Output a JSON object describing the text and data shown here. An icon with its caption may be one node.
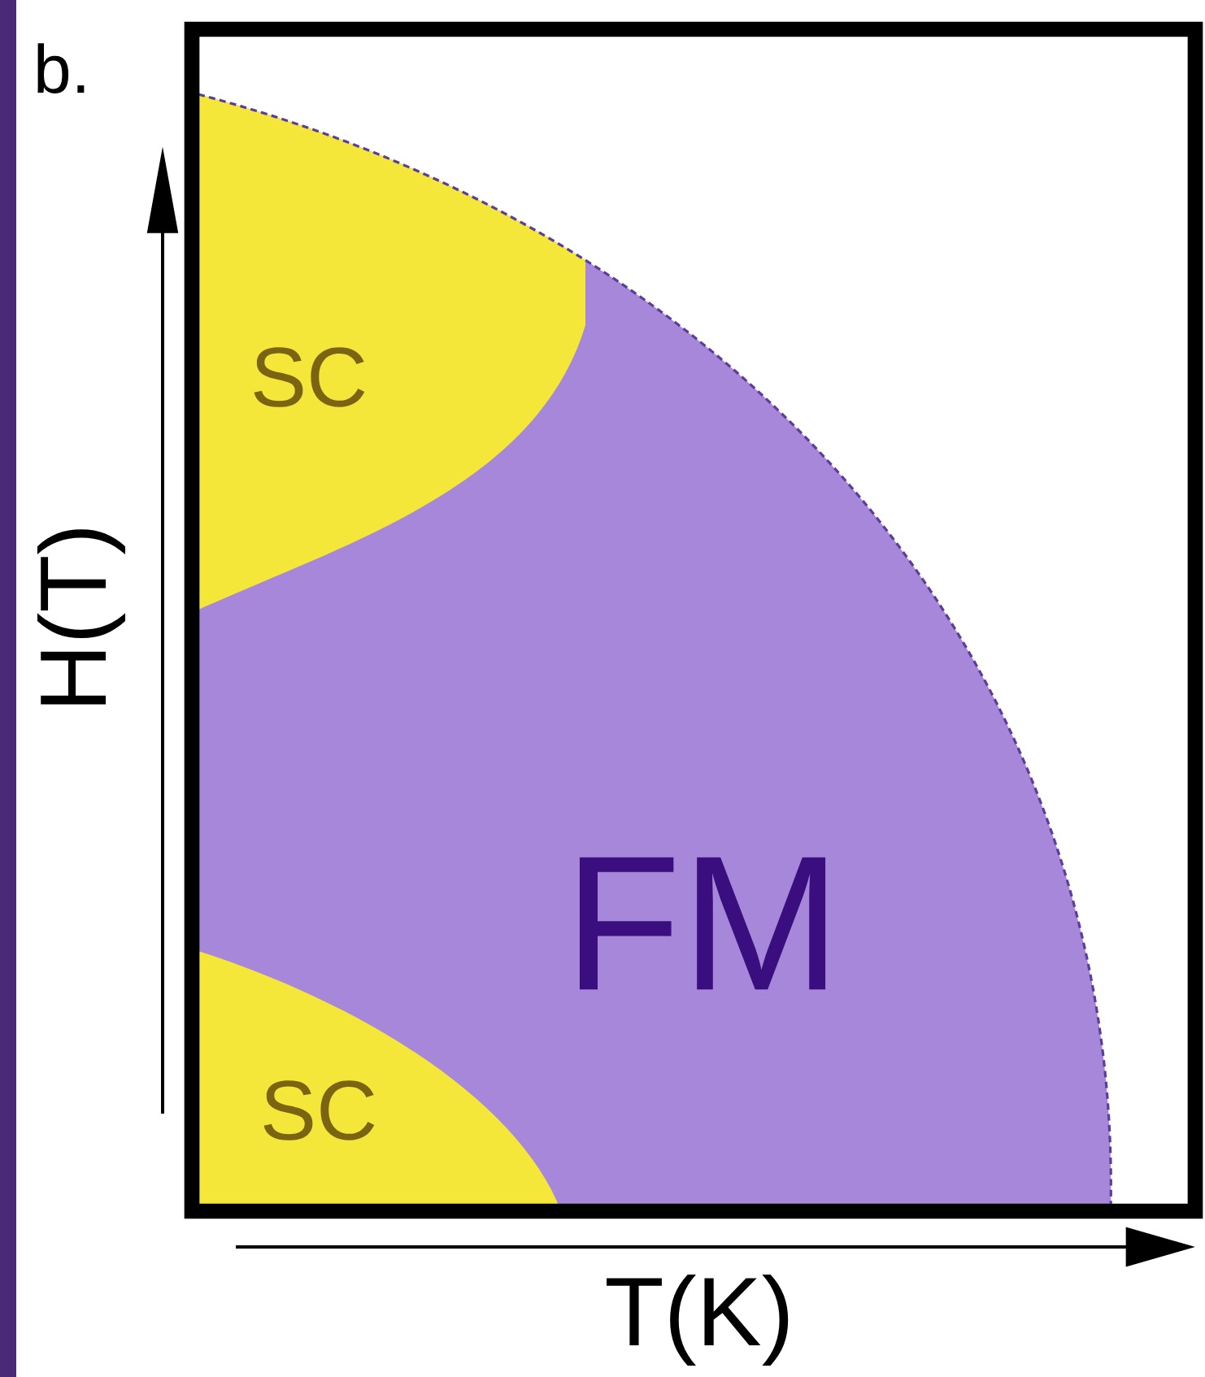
{
  "diagram": {
    "nodes": [
      {
        "text": [
          "SC"
        ]
      },
      {
        "text": [
          "FM"
        ]
      },
      {
        "text": [
          "SC"
        ]
      }
    ],
    "labels": [
      "b.",
      "H(T)",
      "T(K)"
    ]
  }
}
